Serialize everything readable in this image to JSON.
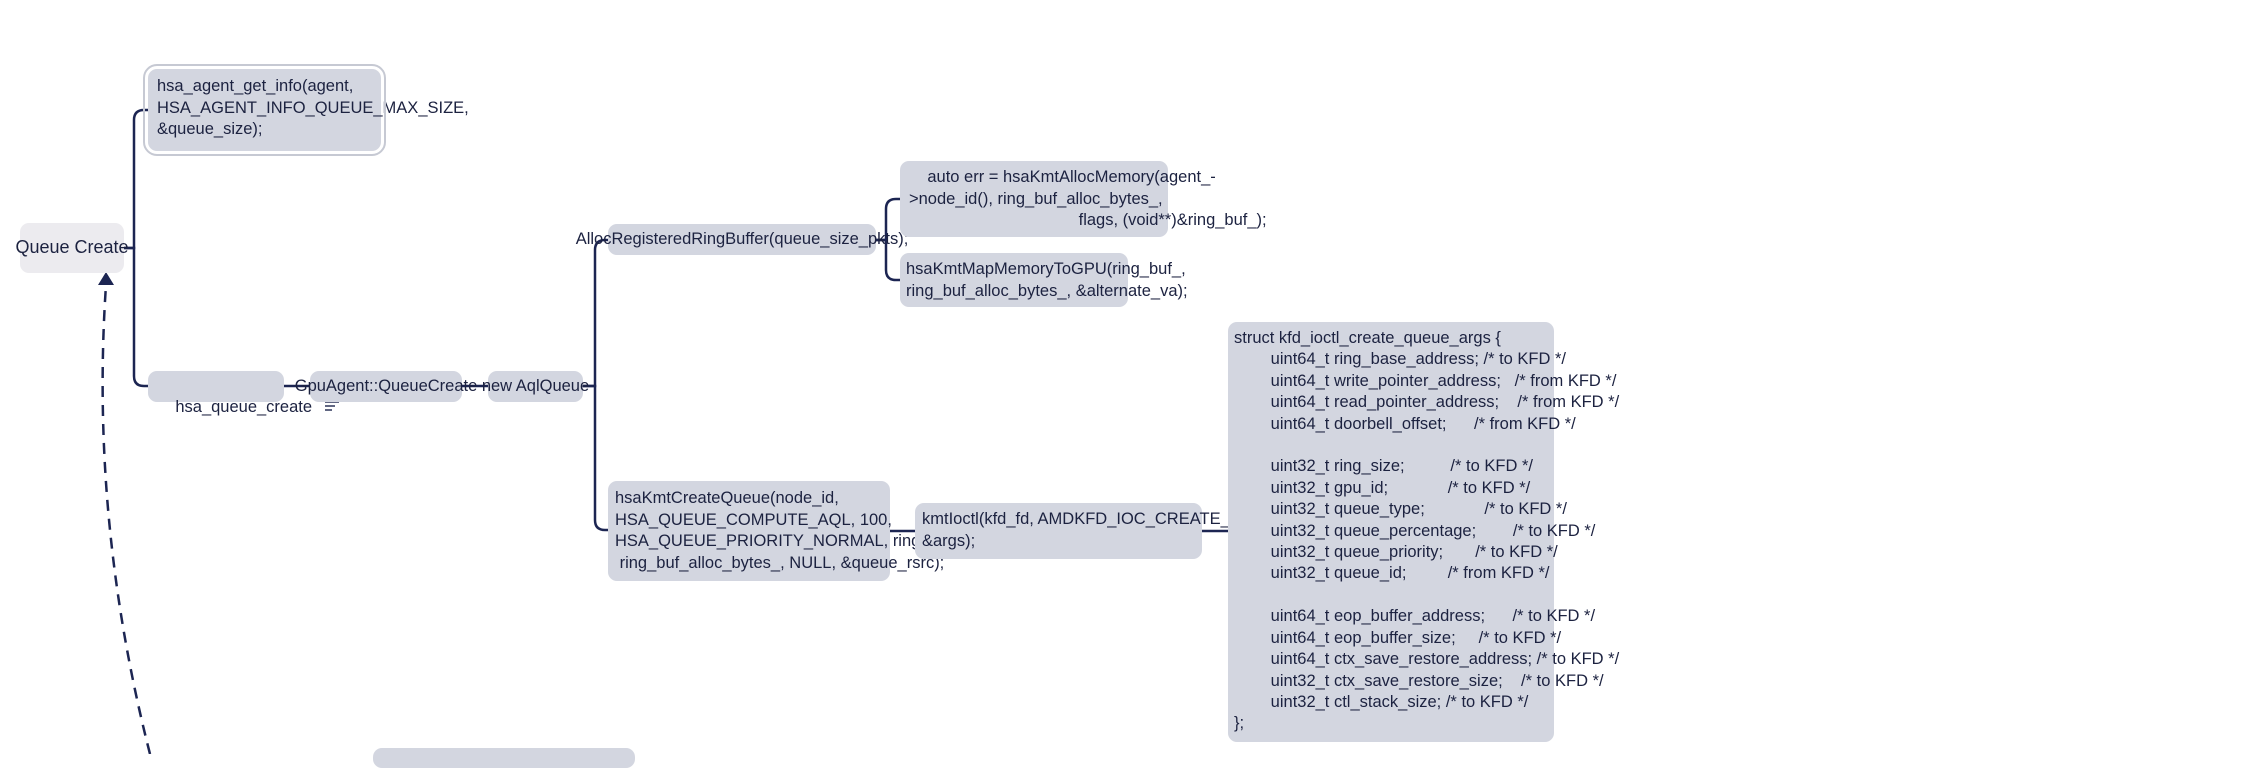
{
  "root": {
    "label": "Queue Create"
  },
  "nodes": {
    "get_info": "hsa_agent_get_info(agent,\nHSA_AGENT_INFO_QUEUE_MAX_SIZE,\n&queue_size);",
    "hsa_queue_create": "hsa_queue_create",
    "gpu_agent": "GpuAgent::QueueCreate",
    "new_aql": "new AqlQueue",
    "alloc_ring": "AllocRegisteredRingBuffer(queue_size_pkts);",
    "alloc_mem": "    auto err = hsaKmtAllocMemory(agent_-\n>node_id(), ring_buf_alloc_bytes_,\n                                     flags, (void**)&ring_buf_);",
    "map_mem": "hsaKmtMapMemoryToGPU(ring_buf_,\nring_buf_alloc_bytes_, &alternate_va);",
    "create_queue": "hsaKmtCreateQueue(node_id,\nHSA_QUEUE_COMPUTE_AQL, 100,\nHSA_QUEUE_PRIORITY_NORMAL, ring_buf_,\n ring_buf_alloc_bytes_, NULL, &queue_rsrc);",
    "kmt_ioctl": "kmtIoctl(kfd_fd, AMDKFD_IOC_CREATE_QUEUE,\n&args);",
    "struct_args": "struct kfd_ioctl_create_queue_args {\n        uint64_t ring_base_address; /* to KFD */\n        uint64_t write_pointer_address;   /* from KFD */\n        uint64_t read_pointer_address;    /* from KFD */\n        uint64_t doorbell_offset;      /* from KFD */\n\n        uint32_t ring_size;          /* to KFD */\n        uint32_t gpu_id;             /* to KFD */\n        uint32_t queue_type;             /* to KFD */\n        uint32_t queue_percentage;        /* to KFD */\n        uint32_t queue_priority;       /* to KFD */\n        uint32_t queue_id;         /* from KFD */\n\n        uint64_t eop_buffer_address;      /* to KFD */\n        uint64_t eop_buffer_size;     /* to KFD */\n        uint64_t ctx_save_restore_address; /* to KFD */\n        uint32_t ctx_save_restore_size;    /* to KFD */\n        uint32_t ctl_stack_size; /* to KFD */\n};"
  },
  "colors": {
    "connector": "#1c2552",
    "node_fill": "#d3d6e0",
    "root_fill": "#ecebef",
    "text": "#1c2240"
  },
  "icons": {
    "hsa_queue_create_note": "note-lines-icon"
  }
}
